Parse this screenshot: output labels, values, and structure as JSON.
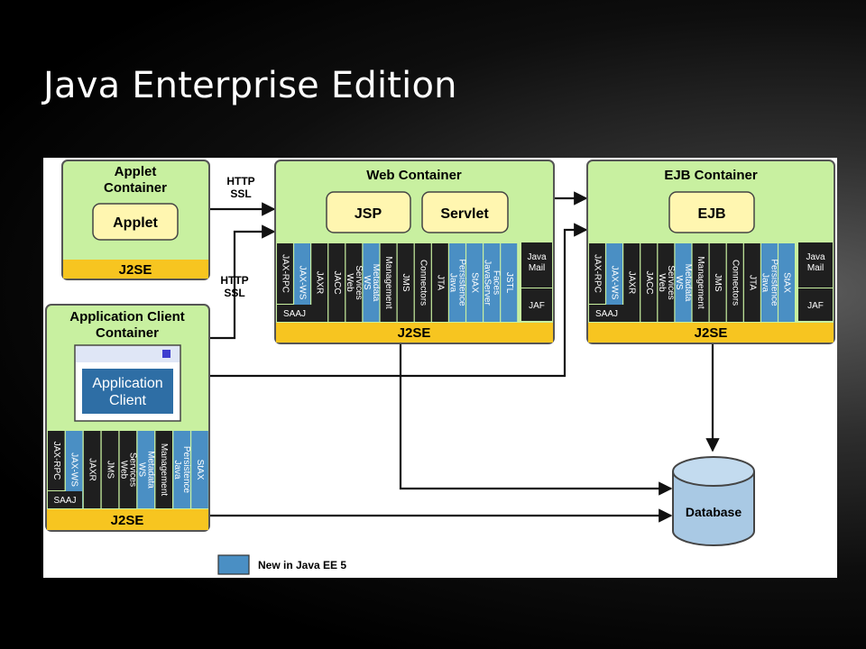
{
  "slide": {
    "title": "Java Enterprise Edition"
  },
  "colors": {
    "container": "#c8f0a0",
    "container_border": "#555555",
    "base_bar": "#f7c520",
    "component": "#fff6b0",
    "new_service": "#4a8fc4",
    "old_service": "#1f1f1f",
    "database": "#a9c9e4"
  },
  "diagram": {
    "applet_container": {
      "title_line1": "Applet",
      "title_line2": "Container",
      "component": "Applet",
      "base": "J2SE"
    },
    "web_container": {
      "title": "Web Container",
      "components": [
        "JSP",
        "Servlet"
      ],
      "base": "J2SE",
      "services": [
        {
          "label": "JAX-RPC",
          "new": false
        },
        {
          "label": "JAX-WS",
          "new": true
        },
        {
          "label": "JAXR",
          "new": false
        },
        {
          "label": "JACC",
          "new": false
        },
        {
          "label": "Web Services",
          "new": false
        },
        {
          "label": "WS Metadata",
          "new": true
        },
        {
          "label": "Management",
          "new": false
        },
        {
          "label": "JMS",
          "new": false
        },
        {
          "label": "Connectors",
          "new": false
        },
        {
          "label": "JTA",
          "new": false
        },
        {
          "label": "Java Persistence",
          "new": true
        },
        {
          "label": "StAX",
          "new": true
        },
        {
          "label": "JavaServer Faces",
          "new": true
        },
        {
          "label": "JSTL",
          "new": true
        }
      ],
      "side_top": "Java Mail",
      "side_bottom": "JAF",
      "saaj": "SAAJ"
    },
    "ejb_container": {
      "title": "EJB Container",
      "components": [
        "EJB"
      ],
      "base": "J2SE",
      "services": [
        {
          "label": "JAX-RPC",
          "new": false
        },
        {
          "label": "JAX-WS",
          "new": true
        },
        {
          "label": "JAXR",
          "new": false
        },
        {
          "label": "JACC",
          "new": false
        },
        {
          "label": "Web Services",
          "new": false
        },
        {
          "label": "WS Metadata",
          "new": true
        },
        {
          "label": "Management",
          "new": false
        },
        {
          "label": "JMS",
          "new": false
        },
        {
          "label": "Connectors",
          "new": false
        },
        {
          "label": "JTA",
          "new": false
        },
        {
          "label": "Java Persistence",
          "new": true
        },
        {
          "label": "StAX",
          "new": true
        }
      ],
      "side_top": "Java Mail",
      "side_bottom": "JAF",
      "saaj": "SAAJ"
    },
    "app_client_container": {
      "title_line1": "Application Client",
      "title_line2": "Container",
      "client_line1": "Application",
      "client_line2": "Client",
      "base": "J2SE",
      "services": [
        {
          "label": "JAX-RPC",
          "new": false
        },
        {
          "label": "JAX-WS",
          "new": true
        },
        {
          "label": "JAXR",
          "new": false
        },
        {
          "label": "JMS",
          "new": false
        },
        {
          "label": "Web Services",
          "new": false
        },
        {
          "label": "WS Metadata",
          "new": true
        },
        {
          "label": "Management",
          "new": false
        },
        {
          "label": "Java Persistence",
          "new": true
        },
        {
          "label": "StAX",
          "new": true
        }
      ],
      "saaj": "SAAJ"
    },
    "protocol_labels": {
      "top_line1": "HTTP",
      "top_line2": "SSL",
      "mid_line1": "HTTP",
      "mid_line2": "SSL"
    },
    "database": "Database",
    "legend": "New in Java EE 5"
  }
}
